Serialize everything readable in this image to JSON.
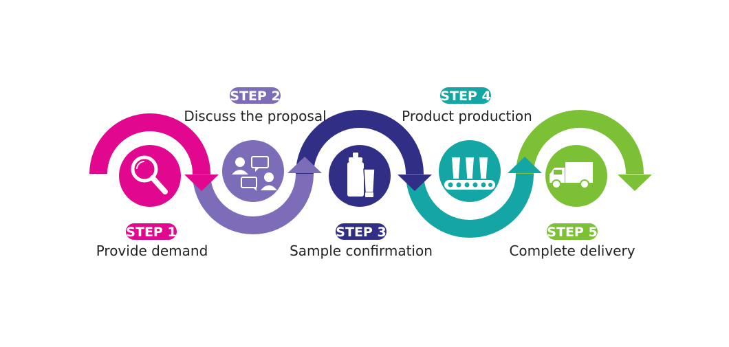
{
  "steps": [
    {
      "badge": "STEP 1",
      "caption": "Provide  demand",
      "color": "#e1078e",
      "icon": "magnifier-icon"
    },
    {
      "badge": "STEP 2",
      "caption": "Discuss the proposal",
      "color": "#7d6cb7",
      "icon": "chat-people-icon"
    },
    {
      "badge": "STEP 3",
      "caption": "Sample confirmation",
      "color": "#312e86",
      "icon": "cosmetic-bottles-icon"
    },
    {
      "badge": "STEP 4",
      "caption": "Product production",
      "color": "#13a6a4",
      "icon": "conveyor-belt-icon"
    },
    {
      "badge": "STEP 5",
      "caption": "Complete delivery",
      "color": "#7cc036",
      "icon": "delivery-truck-icon"
    }
  ]
}
